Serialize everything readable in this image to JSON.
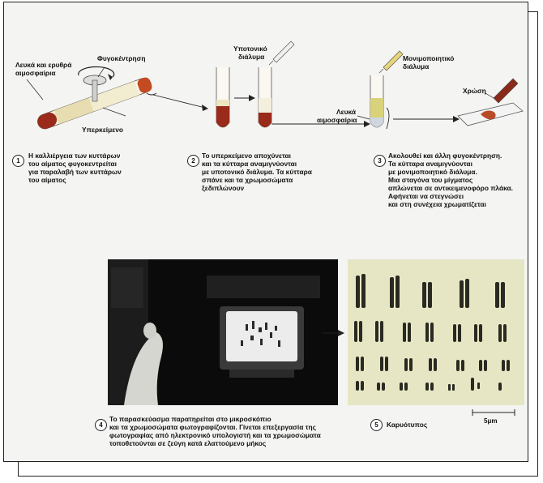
{
  "labels": {
    "blood_cells": [
      "Λευκά και ερυθρά",
      "αιμοσφαίρια"
    ],
    "centrifuge": "Φυγοκέντρηση",
    "supernatant": "Υπερκείμενο",
    "hypotonic": [
      "Υποτονικό",
      "διάλυμα"
    ],
    "fixative": [
      "Μονιμοποιητικό",
      "διάλυμα"
    ],
    "white_cells": [
      "Λευκά",
      "αιμοσφαίρια"
    ],
    "stain": "Χρώση"
  },
  "steps": [
    {
      "num": "1",
      "lines": [
        "Η καλλιέργεια των κυττάρων",
        "του αίματος φυγοκεντρείται",
        "για παραλαβή των κυττάρων",
        "του αίματος"
      ]
    },
    {
      "num": "2",
      "lines": [
        "Το υπερκείμενο αποχύνεται",
        "και τα κύτταρα αναμιγνύονται",
        "με υποτονικό διάλυμα. Τα κύτταρα",
        "σπάνε και τα χρωμοσώματα",
        "ξεδιπλώνουν"
      ]
    },
    {
      "num": "3",
      "lines": [
        "Ακολουθεί και άλλη φυγοκέντρηση.",
        "Τα κύτταρα αναμιγνύονται",
        "με μονιμοποιητικό διάλυμα.",
        "Μια σταγόνα του μίγματος",
        "απλώνεται σε αντικειμενοφόρο πλάκα.",
        "Αφήνεται να στεγνώσει",
        "και στη συνέχεια χρωματίζεται"
      ]
    },
    {
      "num": "4",
      "lines": [
        "Το παρασκεύασμα παρατηρείται στο μικροσκόπιο",
        "και τα χρωμοσώματα φωτογραφίζονται. Γίνεται επεξεργασία της",
        "φωτογραφίας από ηλεκτρονικό υπολογιστή και τα χρωμοσώματα",
        "τοποθετούνται σε ζεύγη κατά ελαττούμενο μήκος"
      ]
    },
    {
      "num": "5",
      "lines": [
        "Καρυότυπος"
      ]
    }
  ],
  "scale_bar": "5μm",
  "colors": {
    "blood": "#9a2a1a",
    "fixative": "#d8d27a",
    "frame_bg": "#f4f4f2",
    "karyo_bg": "#e6e6c4"
  }
}
